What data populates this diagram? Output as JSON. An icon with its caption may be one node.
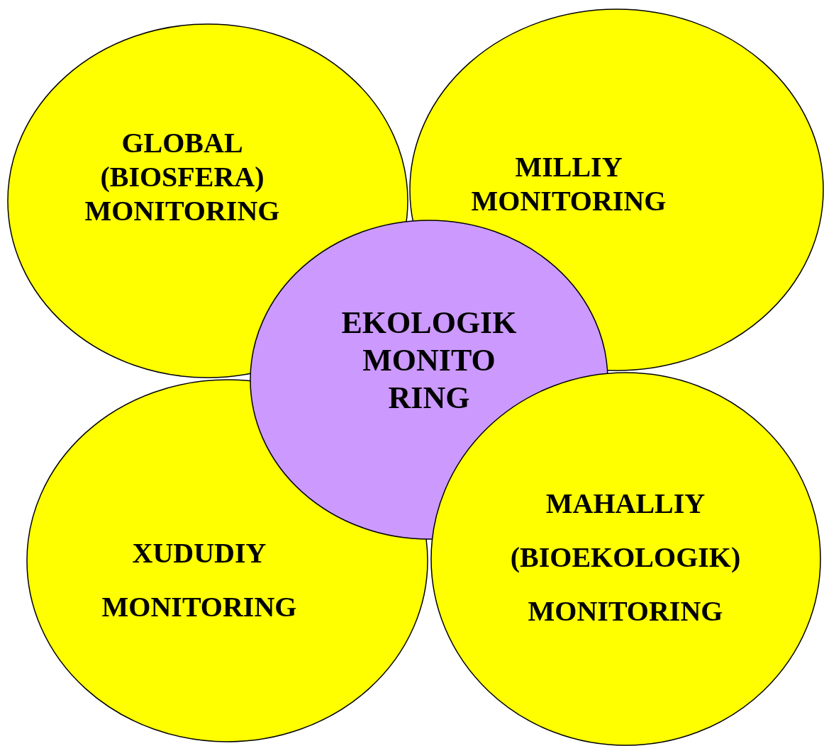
{
  "diagram": {
    "nodes": [
      {
        "text": [
          "GLOBAL (BIOSFERA) MONITORING"
        ]
      },
      {
        "text": [
          "MILLIY MONITORING"
        ]
      },
      {
        "text": [
          "EKOLOGIK MONITO RING"
        ]
      },
      {
        "text": [
          "XUDUDIY MONITORING"
        ]
      },
      {
        "text": [
          "MAHALLIY (BIOEKOLOGIK) MONITORING"
        ]
      }
    ]
  }
}
